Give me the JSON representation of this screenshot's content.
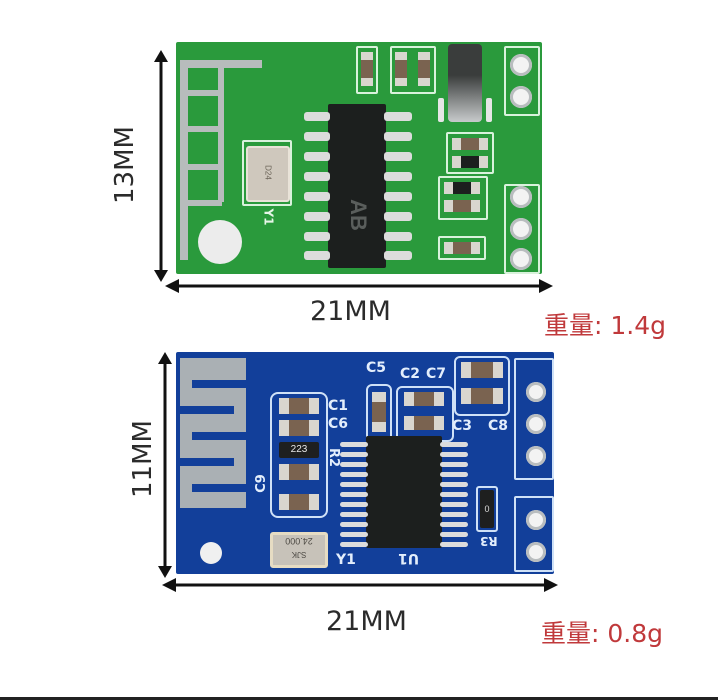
{
  "module_top": {
    "board_color": "#2a9a3c",
    "height_label": "13MM",
    "width_label": "21MM",
    "weight_label": "重量: 1.4g",
    "silkscreen": {
      "crystal_ref": "Y1"
    },
    "chip_marking": "AB",
    "crystal_marking": "D24"
  },
  "module_bottom": {
    "board_color": "#123f9a",
    "height_label": "11MM",
    "width_label": "21MM",
    "weight_label": "重量: 0.8g",
    "silkscreen": {
      "c5": "C5",
      "c2": "C2",
      "c7": "C7",
      "c1": "C1",
      "c6": "C6",
      "c3": "C3",
      "c8": "C8",
      "r2": "R2",
      "c9": "C9",
      "r3": "R3",
      "y1": "Y1",
      "u1": "U1"
    },
    "resistor_marking": "223",
    "r3_marking": "0",
    "crystal_marking": "24.000",
    "crystal_sub": "SJK"
  },
  "colors": {
    "text": "#2b2b2b",
    "weight": "#c0393b"
  }
}
